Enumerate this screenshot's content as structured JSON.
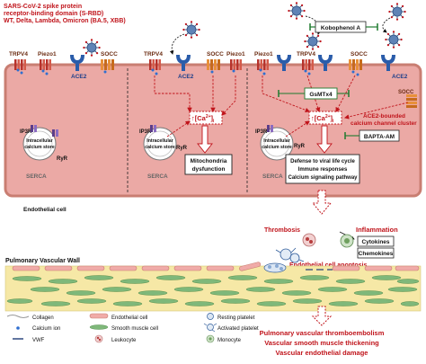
{
  "title": {
    "line1": "SARS-CoV-2 spike protein",
    "line2": "receptor-binding domain (S-RBD)",
    "line3": "WT, Delta, Lambda, Omicron (BA.5, XBB)"
  },
  "channels": {
    "trpv4": "TRPV4",
    "piezo1": "Piezo1",
    "socc": "SOCC",
    "ace2": "ACE2",
    "ip3r": "IP3R",
    "ryr": "RyR",
    "serca": "SERCA"
  },
  "store": {
    "line1": "Intracellular",
    "line2": "calcium store"
  },
  "ca": {
    "label": "[Ca",
    "sup": "2+",
    "close": "]",
    "sub": "i"
  },
  "ca_up_arrow": "↑",
  "inhibitors": {
    "kobophenol": "Kobophenol A",
    "gsmtx4": "GsMTx4",
    "bapta": "BAPTA-AM"
  },
  "mito": {
    "line1": "Mitochondria",
    "line2": "dysfunction"
  },
  "cluster": {
    "line1": "ACE2-bounded",
    "line2": "calcium channel cluster"
  },
  "defense": {
    "line1": "Defense to viral life cycle",
    "line2": "Immune responses",
    "line3": "Calcium signaling pathway"
  },
  "endothelial_cell": "Endothelial cell",
  "vessel_wall": "Pulmonary Vascular Wall",
  "thrombosis": "Thrombosis",
  "inflammation": "Inflammation",
  "cytokines": "Cytokines",
  "chemokines": "Chemokines",
  "apoptosis": "Endothelial cell apoptosis",
  "legend": {
    "collagen": "Collagen",
    "endothelial": "Endothelial cell",
    "resting": "Resting platelet",
    "calcium": "Calcium ion",
    "smooth": "Smooth muscle cell",
    "activated": "Activated platelet",
    "vwf": "VWF",
    "leukocyte": "Leukocyte",
    "monocyte": "Monocyte"
  },
  "outcomes": {
    "line1": "Pulmonary vascular thromboembolism",
    "line2": "Vascular smooth muscle thickening",
    "line3": "Vascular endothelial damage"
  },
  "colors": {
    "accent_red": "#c0141b",
    "cell_fill": "#eba9a5",
    "membrane": "#c97e72",
    "wall_fill": "#f6e8a6",
    "ace2_blue": "#2a5caa",
    "channel_orange": "#e8903a",
    "inhibitor_green": "#1e7a2e"
  },
  "icons": [
    "virus-icon",
    "ace2-receptor-icon",
    "ion-channel-icon",
    "mitochondrion-icon",
    "platelet-icon",
    "leukocyte-icon",
    "monocyte-icon"
  ]
}
